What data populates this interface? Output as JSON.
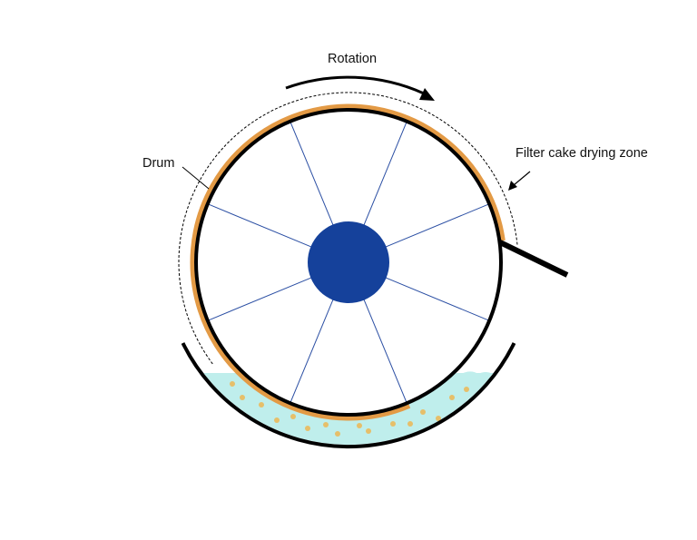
{
  "labels": {
    "rotation": "Rotation",
    "drum": "Drum",
    "drying_zone": "Filter cake drying zone"
  },
  "colors": {
    "hub": "#15419b",
    "spokes": "#2a4ea3",
    "filter_cake": "#e39a45",
    "slurry": "#bfeeec",
    "particles": "#e6bf6a",
    "outline": "#000000"
  },
  "spoke_count": 8
}
